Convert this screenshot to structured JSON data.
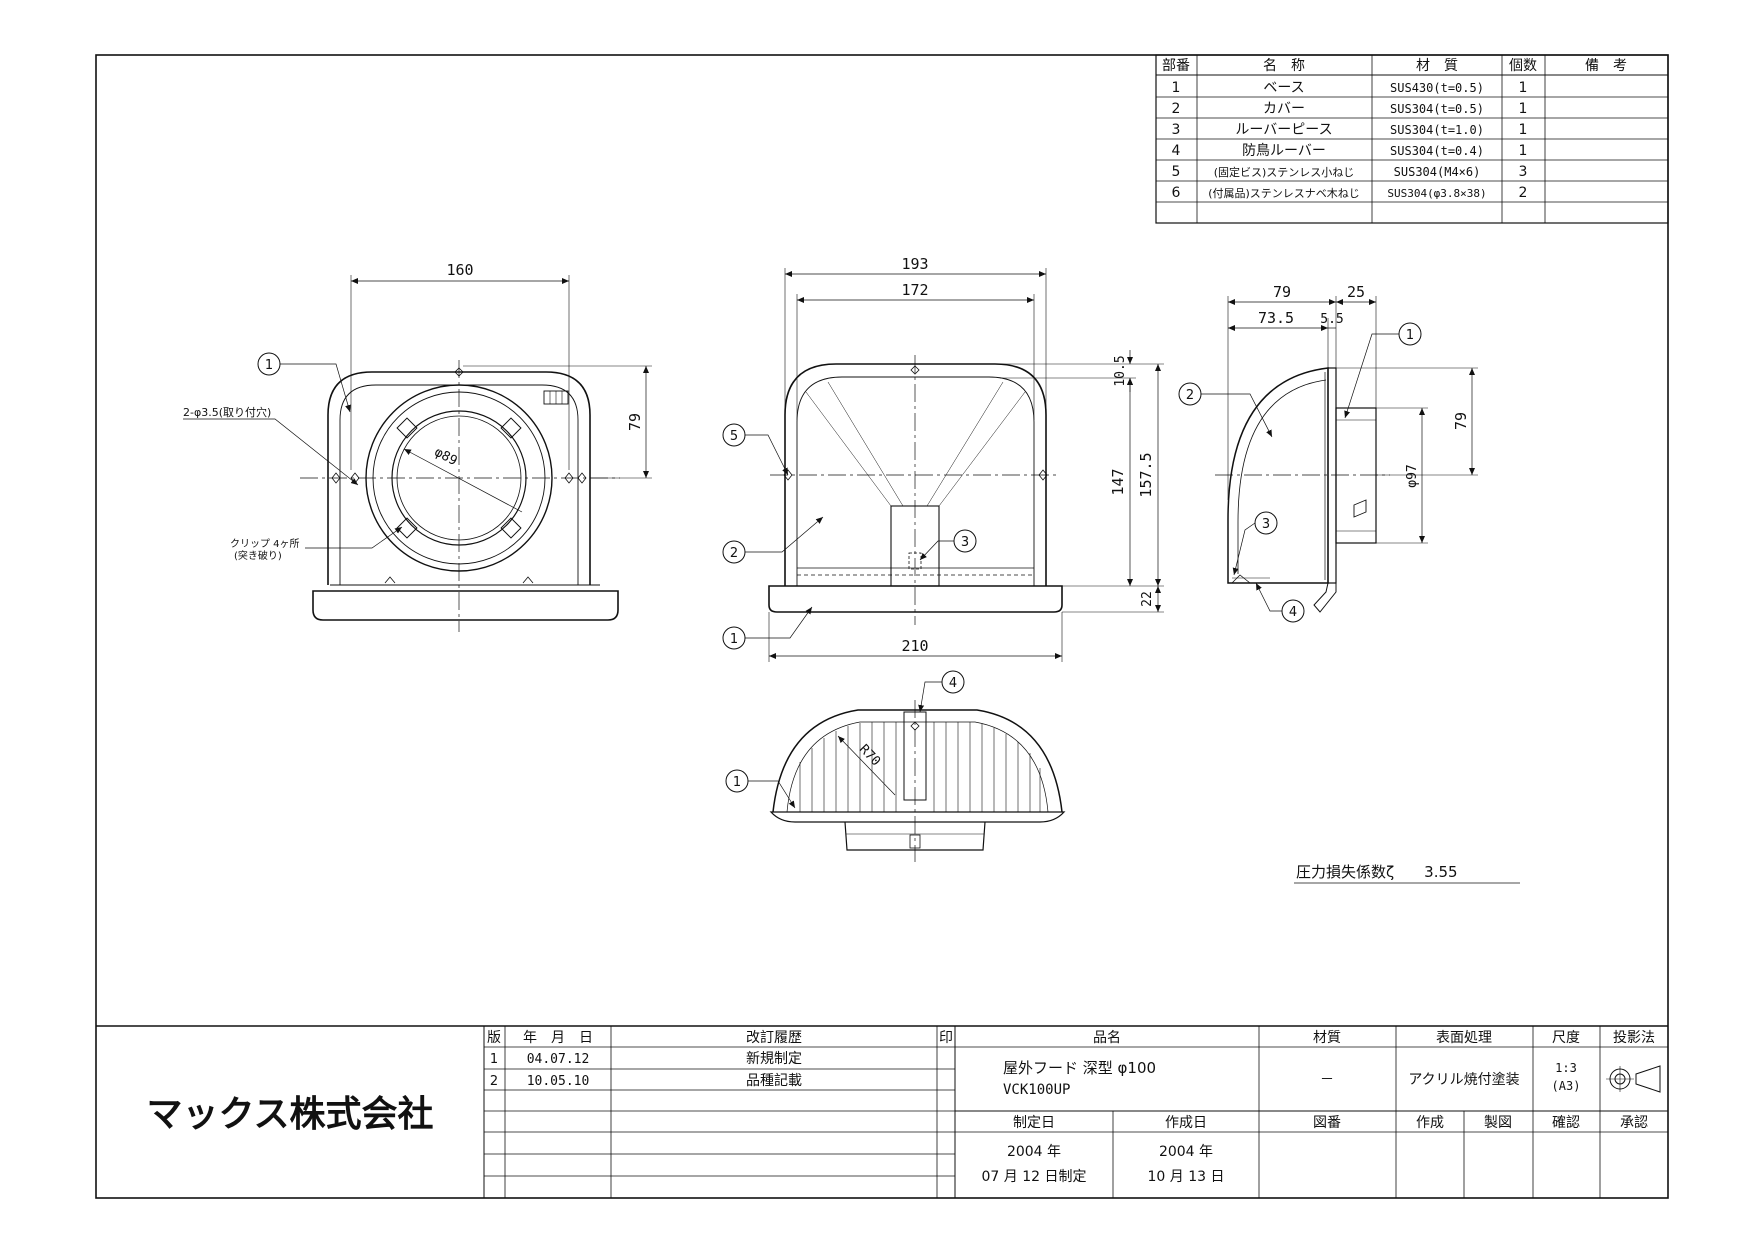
{
  "parts_table": {
    "headers": [
      "部番",
      "名　称",
      "材　質",
      "個数",
      "備　考"
    ],
    "rows": [
      [
        "1",
        "ベース",
        "SUS430(t=0.5)",
        "1",
        ""
      ],
      [
        "2",
        "カバー",
        "SUS304(t=0.5)",
        "1",
        ""
      ],
      [
        "3",
        "ルーバーピース",
        "SUS304(t=1.0)",
        "1",
        ""
      ],
      [
        "4",
        "防鳥ルーバー",
        "SUS304(t=0.4)",
        "1",
        ""
      ],
      [
        "5",
        "(固定ビス)ステンレス小ねじ",
        "SUS304(M4×6)",
        "3",
        ""
      ],
      [
        "6",
        "(付属品)ステンレスナベ木ねじ",
        "SUS304(φ3.8×38)",
        "2",
        ""
      ]
    ]
  },
  "dimensions": {
    "front_width": "160",
    "front_height": "79",
    "hole_note": "2-φ3.5(取り付穴)",
    "inner_dia": "φ89",
    "clip_note_1": "クリップ 4ヶ所",
    "clip_note_2": "(突き破り)",
    "side_w1": "193",
    "side_w2": "172",
    "side_base": "210",
    "side_h1": "10.5",
    "side_h2": "147",
    "side_h3": "157.5",
    "side_h4": "22",
    "right_w1": "79",
    "right_w2": "25",
    "right_w3": "73.5",
    "right_w4": "5.5",
    "right_h": "79",
    "right_dia": "φ97",
    "bottom_radius": "R70"
  },
  "balloons": [
    "1",
    "2",
    "3",
    "4",
    "5"
  ],
  "pressure_note": "圧力損失係数ζ　　3.55",
  "revision_table": {
    "headers": [
      "版",
      "年　月　日",
      "改訂履歴",
      "印"
    ],
    "rows": [
      [
        "1",
        "04.07.12",
        "新規制定",
        ""
      ],
      [
        "2",
        "10.05.10",
        "品種記載",
        ""
      ]
    ]
  },
  "company": "マックス株式会社",
  "title_block": {
    "product_label": "品名",
    "product_name": "屋外フード 深型 φ100",
    "product_code": "VCK100UP",
    "material_label": "材質",
    "material_value": "－",
    "surface_label": "表面処理",
    "surface_value": "アクリル焼付塗装",
    "scale_label": "尺度",
    "scale_value": "1:3",
    "scale_sheet": "(A3)",
    "projection_label": "投影法",
    "established_label": "制定日",
    "created_label": "作成日",
    "drawing_no_label": "図番",
    "author_label": "作成",
    "draft_label": "製図",
    "check_label": "確認",
    "approve_label": "承認",
    "established_year": "2004 年",
    "established_date": "07 月 12 日制定",
    "created_year": "2004 年",
    "created_date": "10 月 13 日"
  }
}
